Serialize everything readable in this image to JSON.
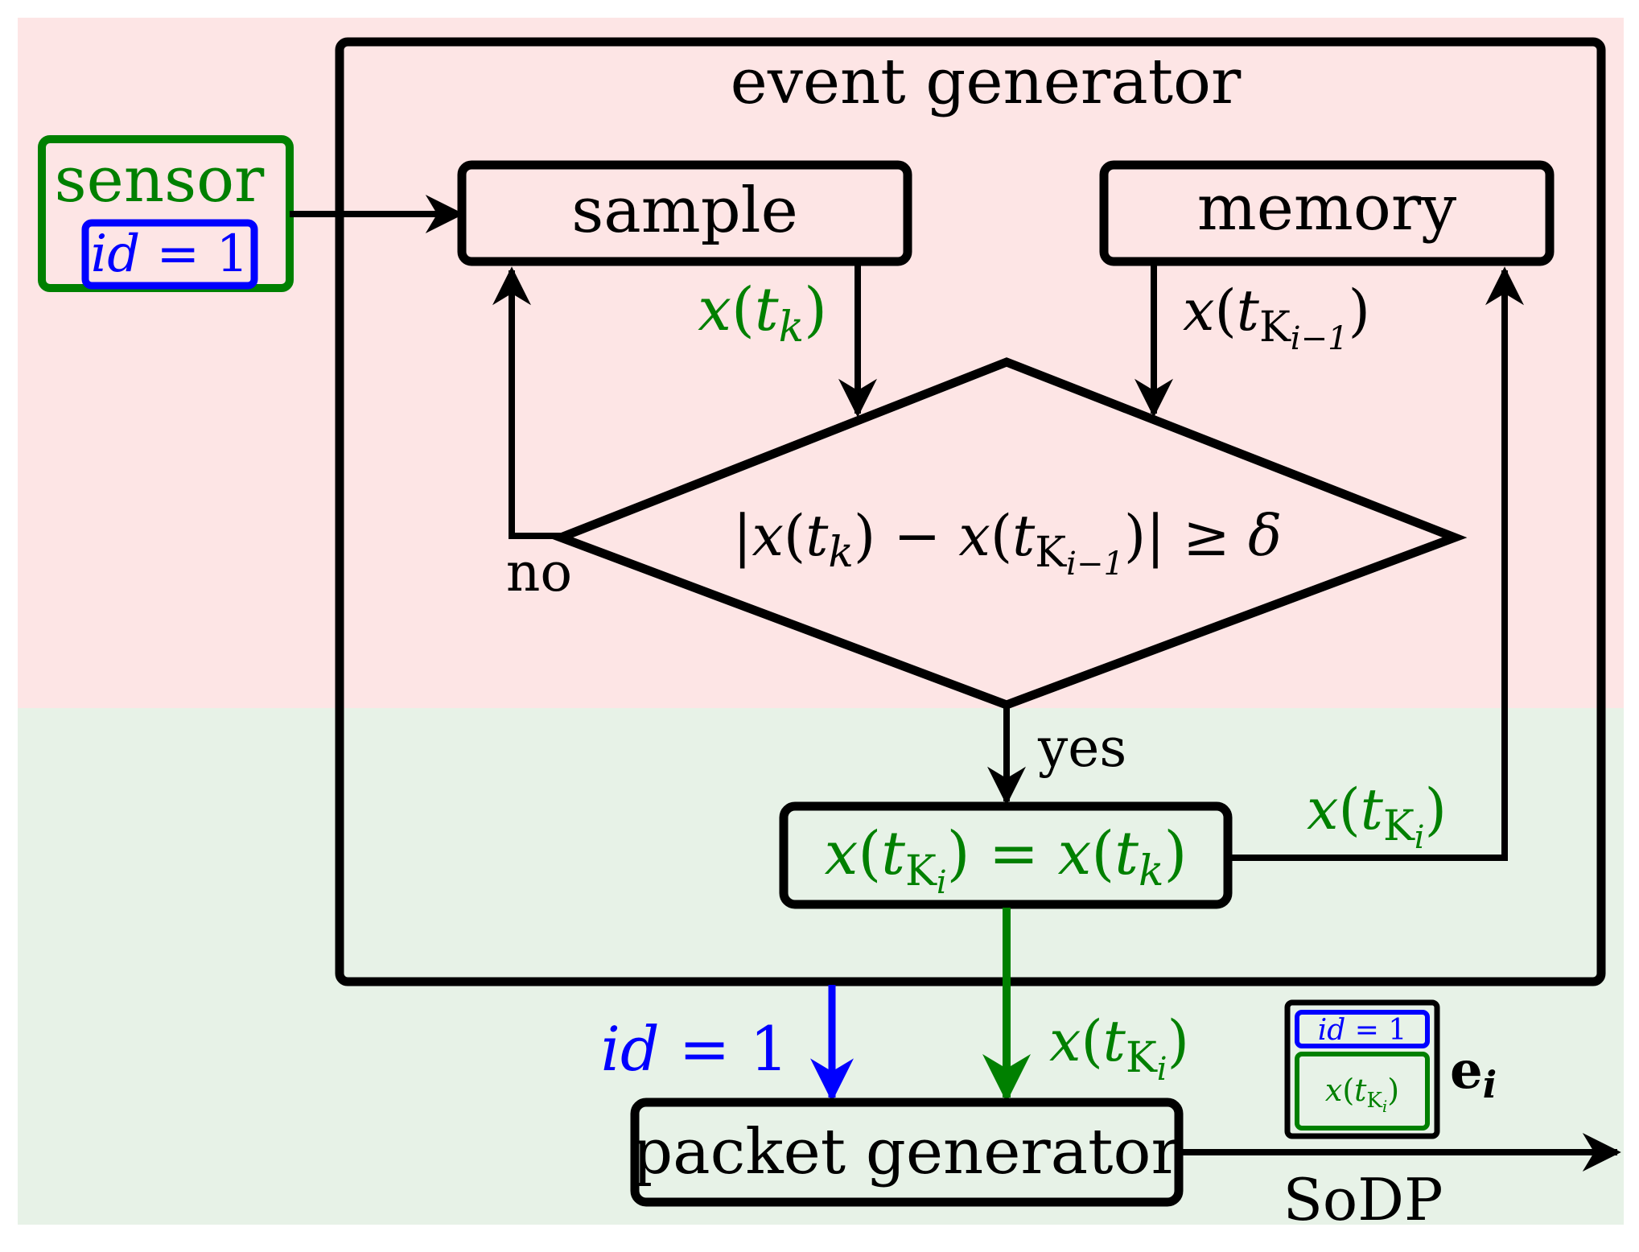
{
  "colors": {
    "black": "#000000",
    "green": "#008000",
    "blue": "#0000ff",
    "top_band": "#fde5e5",
    "bottom_band": "#e7f2e7"
  },
  "event_generator": {
    "title": "event generator"
  },
  "sensor": {
    "label": "sensor",
    "id_var": "id",
    "id_eq": " = 1"
  },
  "sample": {
    "label": "sample"
  },
  "memory": {
    "label": "memory"
  },
  "signals": {
    "x": "x",
    "paren_open": "(",
    "paren_close": ")",
    "t": "t",
    "k": "k",
    "K": "K",
    "i": "i",
    "i_minus_1": "i−1",
    "abs_bar": "|",
    "minus": " − ",
    "geq": " ≥ ",
    "delta": "δ",
    "eq": " = "
  },
  "decision": {
    "no_label": "no",
    "yes_label": "yes"
  },
  "packet": {
    "label": "packet generator",
    "id_var": "id",
    "id_eq": " = 1",
    "output": "SoDP",
    "event_bold": "e",
    "event_sub": "i"
  }
}
